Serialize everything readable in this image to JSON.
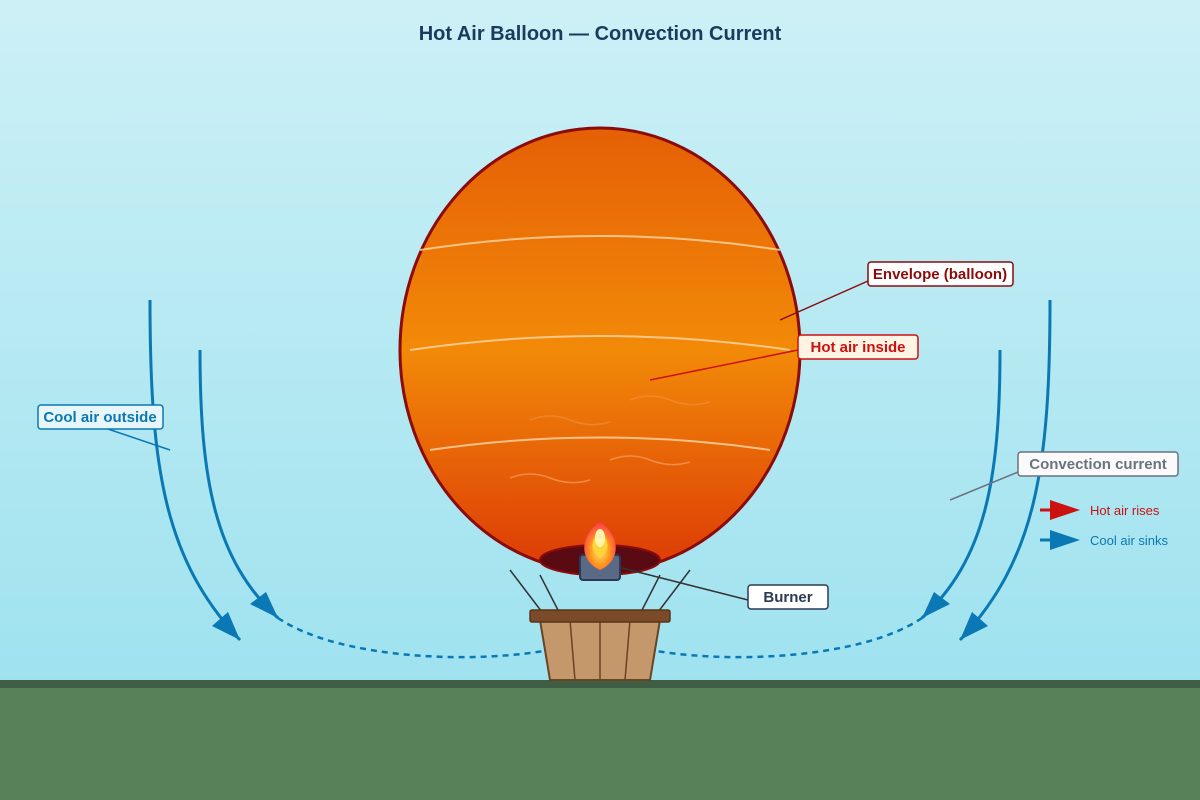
{
  "title": "Hot Air Balloon — Convection Current",
  "labels": {
    "envelope": "Envelope (balloon)",
    "hot_air": "Hot air inside",
    "cool_air": "Cool air outside",
    "convection": "Convection current",
    "burner": "Burner"
  },
  "legend": {
    "hot": "Hot air rises",
    "cool": "Cool air sinks"
  },
  "colors": {
    "hot": "#cc1111",
    "cool": "#0a78b4",
    "ground": "#588157",
    "envelope_top": "#e8640a",
    "envelope_bottom": "#d8400a",
    "title": "#1b3a5c"
  }
}
